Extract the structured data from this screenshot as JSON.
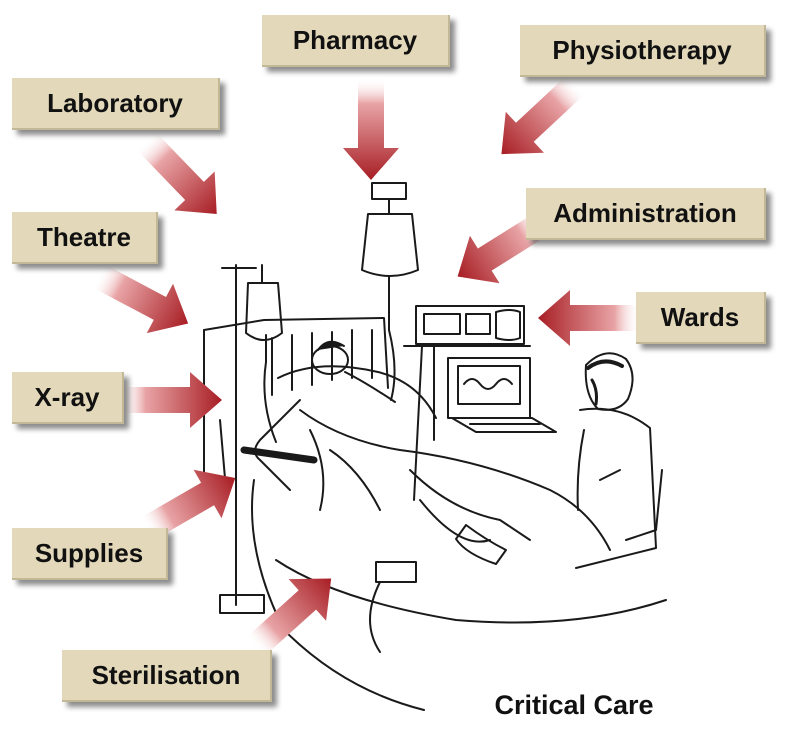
{
  "caption": "Critical Care",
  "colors": {
    "label_bg": "#e3d9ba",
    "arrow": "#b3262b",
    "ink": "#1a1a1a"
  },
  "labels": {
    "pharmacy": "Pharmacy",
    "physiotherapy": "Physiotherapy",
    "laboratory": "Laboratory",
    "administration": "Administration",
    "theatre": "Theatre",
    "wards": "Wards",
    "xray": "X-ray",
    "supplies": "Supplies",
    "sterilisation": "Sterilisation"
  }
}
